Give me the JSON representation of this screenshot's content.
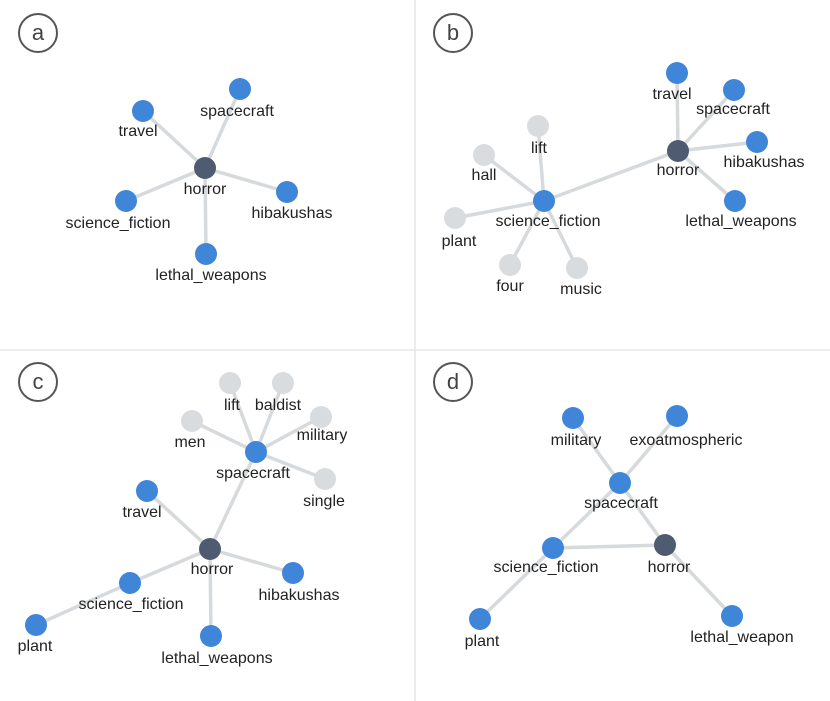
{
  "colors": {
    "center": "#4f5b70",
    "related": "#3f86d9",
    "peripheral": "#d9dcdf",
    "edge": "#d6dadc",
    "divider": "#e6e6e6",
    "letter_ring": "#555555"
  },
  "panels": [
    {
      "id": "a",
      "label": "a",
      "nodes": [
        {
          "id": "horror",
          "label": "horror",
          "kind": "center"
        },
        {
          "id": "travel",
          "label": "travel",
          "kind": "related"
        },
        {
          "id": "spacecraft",
          "label": "spacecraft",
          "kind": "related"
        },
        {
          "id": "hibakushas",
          "label": "hibakushas",
          "kind": "related"
        },
        {
          "id": "science_fiction",
          "label": "science_fiction",
          "kind": "related"
        },
        {
          "id": "lethal_weapons",
          "label": "lethal_weapons",
          "kind": "related"
        }
      ],
      "edges": [
        [
          "horror",
          "travel"
        ],
        [
          "horror",
          "spacecraft"
        ],
        [
          "horror",
          "hibakushas"
        ],
        [
          "horror",
          "science_fiction"
        ],
        [
          "horror",
          "lethal_weapons"
        ]
      ]
    },
    {
      "id": "b",
      "label": "b",
      "nodes": [
        {
          "id": "horror",
          "label": "horror",
          "kind": "center"
        },
        {
          "id": "travel",
          "label": "travel",
          "kind": "related"
        },
        {
          "id": "spacecraft",
          "label": "spacecraft",
          "kind": "related"
        },
        {
          "id": "hibakushas",
          "label": "hibakushas",
          "kind": "related"
        },
        {
          "id": "lethal_weapons",
          "label": "lethal_weapons",
          "kind": "related"
        },
        {
          "id": "science_fiction",
          "label": "science_fiction",
          "kind": "related"
        },
        {
          "id": "lift",
          "label": "lift",
          "kind": "peripheral"
        },
        {
          "id": "hall",
          "label": "hall",
          "kind": "peripheral"
        },
        {
          "id": "plant",
          "label": "plant",
          "kind": "peripheral"
        },
        {
          "id": "four",
          "label": "four",
          "kind": "peripheral"
        },
        {
          "id": "music",
          "label": "music",
          "kind": "peripheral"
        }
      ],
      "edges": [
        [
          "horror",
          "travel"
        ],
        [
          "horror",
          "spacecraft"
        ],
        [
          "horror",
          "hibakushas"
        ],
        [
          "horror",
          "lethal_weapons"
        ],
        [
          "horror",
          "science_fiction"
        ],
        [
          "science_fiction",
          "lift"
        ],
        [
          "science_fiction",
          "hall"
        ],
        [
          "science_fiction",
          "plant"
        ],
        [
          "science_fiction",
          "four"
        ],
        [
          "science_fiction",
          "music"
        ]
      ]
    },
    {
      "id": "c",
      "label": "c",
      "nodes": [
        {
          "id": "horror",
          "label": "horror",
          "kind": "center"
        },
        {
          "id": "spacecraft",
          "label": "spacecraft",
          "kind": "related"
        },
        {
          "id": "travel",
          "label": "travel",
          "kind": "related"
        },
        {
          "id": "hibakushas",
          "label": "hibakushas",
          "kind": "related"
        },
        {
          "id": "science_fiction",
          "label": "science_fiction",
          "kind": "related"
        },
        {
          "id": "plant",
          "label": "plant",
          "kind": "related"
        },
        {
          "id": "lethal_weapons",
          "label": "lethal_weapons",
          "kind": "related"
        },
        {
          "id": "lift",
          "label": "lift",
          "kind": "peripheral"
        },
        {
          "id": "baldist",
          "label": "baldist",
          "kind": "peripheral"
        },
        {
          "id": "men",
          "label": "men",
          "kind": "peripheral"
        },
        {
          "id": "military",
          "label": "military",
          "kind": "peripheral"
        },
        {
          "id": "single",
          "label": "single",
          "kind": "peripheral"
        }
      ],
      "edges": [
        [
          "horror",
          "spacecraft"
        ],
        [
          "horror",
          "travel"
        ],
        [
          "horror",
          "hibakushas"
        ],
        [
          "horror",
          "science_fiction"
        ],
        [
          "horror",
          "lethal_weapons"
        ],
        [
          "science_fiction",
          "plant"
        ],
        [
          "spacecraft",
          "lift"
        ],
        [
          "spacecraft",
          "baldist"
        ],
        [
          "spacecraft",
          "men"
        ],
        [
          "spacecraft",
          "military"
        ],
        [
          "spacecraft",
          "single"
        ]
      ]
    },
    {
      "id": "d",
      "label": "d",
      "nodes": [
        {
          "id": "horror",
          "label": "horror",
          "kind": "center"
        },
        {
          "id": "spacecraft",
          "label": "spacecraft",
          "kind": "related"
        },
        {
          "id": "military",
          "label": "military",
          "kind": "related"
        },
        {
          "id": "exoatmospheric",
          "label": "exoatmospheric",
          "kind": "related"
        },
        {
          "id": "science_fiction",
          "label": "science_fiction",
          "kind": "related"
        },
        {
          "id": "plant",
          "label": "plant",
          "kind": "related"
        },
        {
          "id": "lethal_weapon",
          "label": "lethal_weapon",
          "kind": "related"
        }
      ],
      "edges": [
        [
          "spacecraft",
          "military"
        ],
        [
          "spacecraft",
          "exoatmospheric"
        ],
        [
          "spacecraft",
          "science_fiction"
        ],
        [
          "spacecraft",
          "horror"
        ],
        [
          "science_fiction",
          "horror"
        ],
        [
          "science_fiction",
          "plant"
        ],
        [
          "horror",
          "lethal_weapon"
        ]
      ]
    }
  ]
}
